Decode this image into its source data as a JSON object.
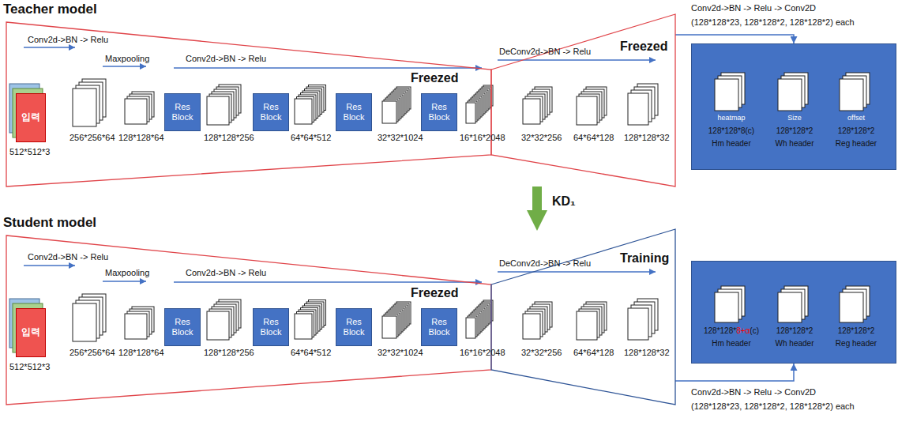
{
  "diagram": {
    "nodes": [
      {
        "text": [
          "Freezed"
        ]
      },
      {
        "text": [
          "입력"
        ],
        "in": 0
      },
      {
        "text": [
          "Res Block"
        ],
        "in": 0
      },
      {
        "text": [
          "Res Block"
        ],
        "in": 0
      },
      {
        "text": [
          "Res Block"
        ],
        "in": 0
      },
      {
        "text": [
          "Res Block"
        ],
        "in": 0
      },
      {
        "text": [
          "Freezed"
        ]
      },
      {
        "text": [
          "heatmap",
          "128*128*8(c)",
          "Hm header",
          "Size",
          "128*128*2",
          "Wh header",
          "offset",
          "128*128*2",
          "Reg header"
        ]
      },
      {
        "text": [
          "Freezed"
        ]
      },
      {
        "text": [
          "입력"
        ],
        "in": 8
      },
      {
        "text": [
          "Res Block"
        ],
        "in": 8
      },
      {
        "text": [
          "Res Block"
        ],
        "in": 8
      },
      {
        "text": [
          "Res Block"
        ],
        "in": 8
      },
      {
        "text": [
          "Res Block"
        ],
        "in": 8
      },
      {
        "text": [
          "Training"
        ]
      },
      {
        "text": [
          "128*128*",
          "8+α",
          "(c)",
          "Hm header",
          "128*128*2",
          "Wh header",
          "128*128*2",
          "Reg header"
        ]
      }
    ],
    "edges": [
      {
        "from": 6,
        "to": 7,
        "arrow": "to"
      },
      {
        "from": 6,
        "to": 14,
        "arrow": "to",
        "label": "KD₁"
      },
      {
        "from": 14,
        "to": 15,
        "arrow": "to"
      }
    ],
    "labels": [
      "Teacher model",
      "Conv2d->BN -> Relu",
      "Maxpooling",
      "Conv2d->BN -> Relu",
      "512*512*3",
      "256*256*64",
      "128*128*64",
      "128*128*256",
      "64*64*512",
      "32*32*1024",
      "16*16*2048",
      "DeConv2d->BN -> Relu",
      "32*32*256",
      "64*64*128",
      "128*128*32",
      "Conv2d->BN -> Relu -> Conv2D",
      "(128*128*23, 128*128*2, 128*128*2) each",
      "Student model",
      "Conv2d->BN -> Relu",
      "Maxpooling",
      "Conv2d->BN -> Relu",
      "512*512*3",
      "256*256*64",
      "128*128*64",
      "128*128*256",
      "64*64*512",
      "32*32*1024",
      "16*16*2048",
      "DeConv2d->BN -> Relu",
      "32*32*256",
      "64*64*128",
      "128*128*32",
      "Conv2d->BN -> Relu -> Conv2D",
      "(128*128*23, 128*128*2, 128*128*2) each"
    ]
  }
}
